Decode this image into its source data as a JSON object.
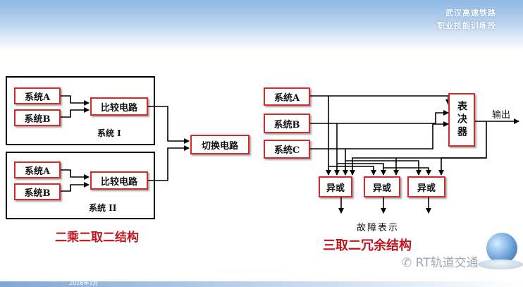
{
  "header": {
    "line1": "武汉高速铁路",
    "line2": "职业技能训练段"
  },
  "left": {
    "sysA": "系统A",
    "sysB": "系统B",
    "compare": "比较电路",
    "system1": "系统 I",
    "system2": "系统 II",
    "switch": "切换电路",
    "caption": "二乘二取二结构"
  },
  "right": {
    "sysA": "系统A",
    "sysB": "系统B",
    "sysC": "系统C",
    "voter": "表决器",
    "output": "输出",
    "xor": "异或",
    "fault": "故障表示",
    "caption": "三取二冗余结构"
  },
  "footer": {
    "date": "2016年1月",
    "watermark": "RT轨道交通"
  },
  "colors": {
    "box_border": "#d42a2a",
    "caption": "#c0141f",
    "line": "#000000"
  },
  "icons": [
    "wechat-icon",
    "globe-icon"
  ]
}
